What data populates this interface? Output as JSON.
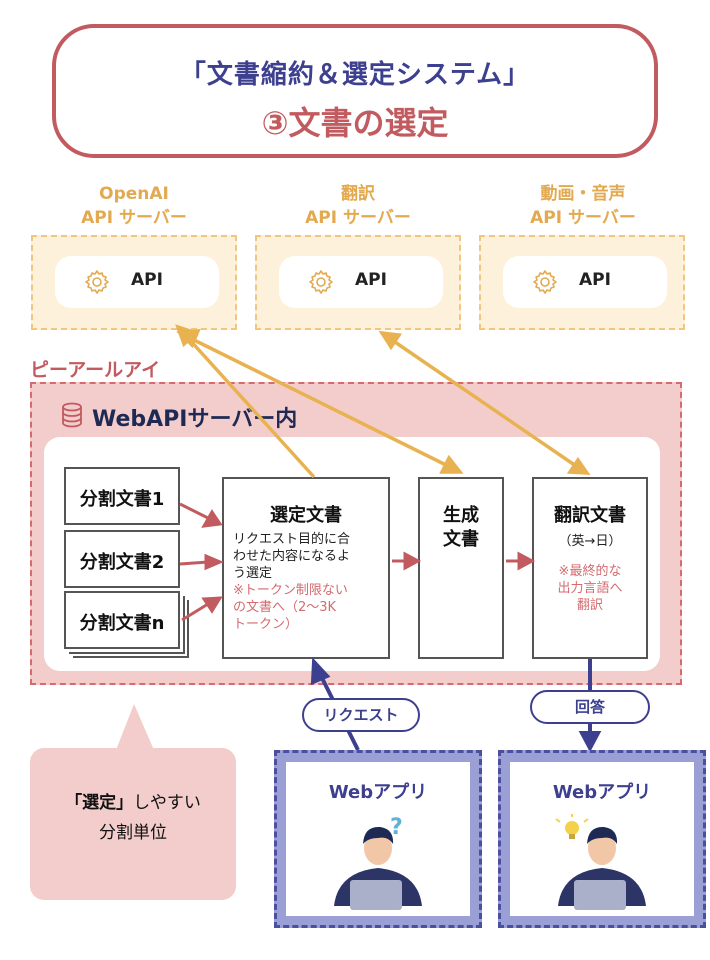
{
  "title": {
    "line1": "「文書縮約＆選定システム」",
    "line2": "③文書の選定"
  },
  "api_servers": [
    {
      "label_line1": "OpenAI",
      "label_line2": "API サーバー",
      "pill": "API"
    },
    {
      "label_line1": "翻訳",
      "label_line2": "API サーバー",
      "pill": "API"
    },
    {
      "label_line1": "動画・音声",
      "label_line2": "API サーバー",
      "pill": "API"
    }
  ],
  "pri": {
    "label": "ピーアールアイ",
    "webapi_title": "WebAPIサーバー内"
  },
  "split_docs": [
    "分割文書1",
    "分割文書2",
    "分割文書n"
  ],
  "select_doc": {
    "title": "選定文書",
    "desc": [
      "リクエスト目的に合",
      "わせた内容になるよ",
      "う選定"
    ],
    "note": [
      "※トークン制限ない",
      "の文書へ（2〜3K",
      "トークン）"
    ]
  },
  "gen_doc": {
    "line1": "生成",
    "line2": "文書"
  },
  "trans_doc": {
    "title": "翻訳文書",
    "sub": "（英→日）",
    "note": [
      "※最終的な",
      "出力言語へ",
      "翻訳"
    ]
  },
  "request_label": "リクエスト",
  "answer_label": "回答",
  "bubble": {
    "bold": "「選定」",
    "rest": "しやすい",
    "line2": "分割単位"
  },
  "apps": [
    {
      "title": "Webアプリ",
      "mark": "?"
    },
    {
      "title": "Webアプリ"
    }
  ],
  "colors": {
    "title_blue": "#3d3f8f",
    "accent_red": "#c25b60",
    "api_orange": "#e3a950",
    "pri_pink": "#f2cdcc",
    "app_purple": "#9aa0d6"
  }
}
